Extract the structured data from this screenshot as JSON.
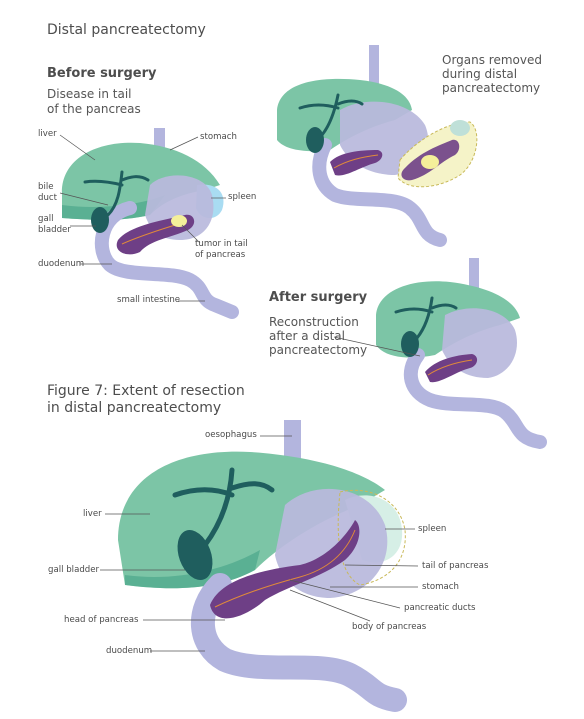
{
  "page_title": "Distal pancreatectomy",
  "before": {
    "heading": "Before surgery",
    "subtitle_line1": "Disease in tail",
    "subtitle_line2": "of the pancreas",
    "labels": {
      "liver": "liver",
      "stomach": "stomach",
      "bile_duct_1": "bile",
      "bile_duct_2": "duct",
      "spleen": "spleen",
      "gall_bladder_1": "gall",
      "gall_bladder_2": "bladder",
      "tumor_1": "tumor in tail",
      "tumor_2": "of pancreas",
      "duodenum": "duodenum",
      "small_intestine": "small intestine"
    }
  },
  "removed": {
    "line1": "Organs removed",
    "line2": "during distal",
    "line3": "pancreatectomy"
  },
  "after": {
    "heading": "After surgery",
    "line1": "Reconstruction",
    "line2": "after a distal",
    "line3": "pancreatectomy"
  },
  "figure7": {
    "caption_line1": "Figure 7: Extent of resection",
    "caption_line2": "in distal pancreatectomy",
    "labels": {
      "oesophagus": "oesophagus",
      "liver": "liver",
      "spleen": "spleen",
      "gall_bladder": "gall bladder",
      "tail_of_pancreas": "tail of pancreas",
      "stomach": "stomach",
      "pancreatic_ducts": "pancreatic ducts",
      "head_of_pancreas": "head of pancreas",
      "body_of_pancreas": "body of pancreas",
      "duodenum": "duodenum"
    }
  },
  "colors": {
    "liver": "#7cc5a6",
    "liver_dark": "#3f9c82",
    "stomach": "#b9b9dd",
    "intestine": "#b3b5de",
    "spleen": "#a9dcf2",
    "pancreas": "#6e3f86",
    "vessel": "#e08a3a",
    "bile": "#1f5e5e",
    "tumor": "#f4ef9a",
    "removed_halo": "#f5f3c8"
  }
}
